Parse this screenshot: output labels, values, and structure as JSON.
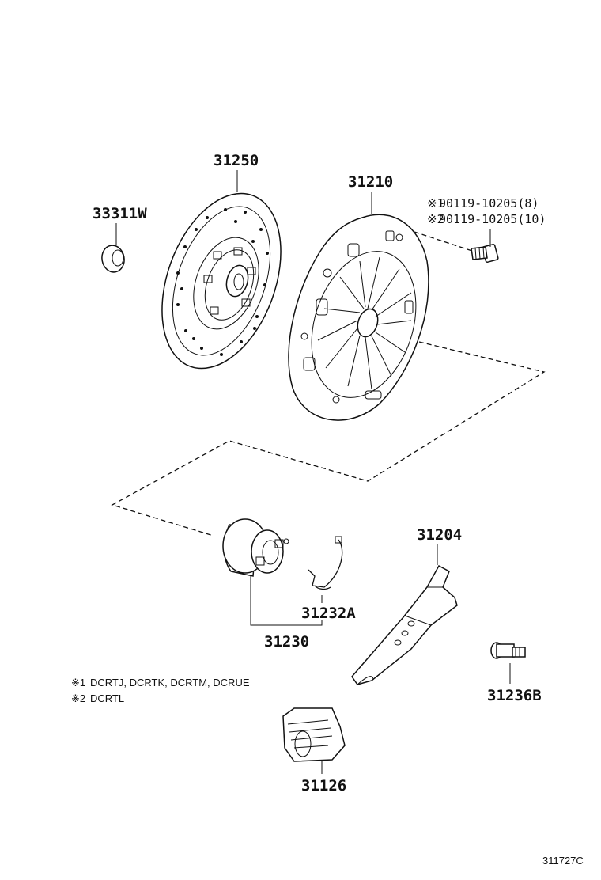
{
  "parts": [
    {
      "id": "p-31250",
      "number": "31250"
    },
    {
      "id": "p-33311W",
      "number": "33311W"
    },
    {
      "id": "p-31210",
      "number": "31210"
    },
    {
      "id": "p-31204",
      "number": "31204"
    },
    {
      "id": "p-31232A",
      "number": "31232A"
    },
    {
      "id": "p-31230",
      "number": "31230"
    },
    {
      "id": "p-31236B",
      "number": "31236B"
    },
    {
      "id": "p-31126",
      "number": "31126"
    }
  ],
  "bolt_callouts": [
    {
      "mark": "※1",
      "text": "90119-10205(8)"
    },
    {
      "mark": "※2",
      "text": "90119-10205(10)"
    }
  ],
  "notes": [
    {
      "mark": "※1",
      "text": "DCRTJ, DCRTK, DCRTM, DCRUE"
    },
    {
      "mark": "※2",
      "text": "DCRTL"
    }
  ],
  "figure_code": "311727C"
}
